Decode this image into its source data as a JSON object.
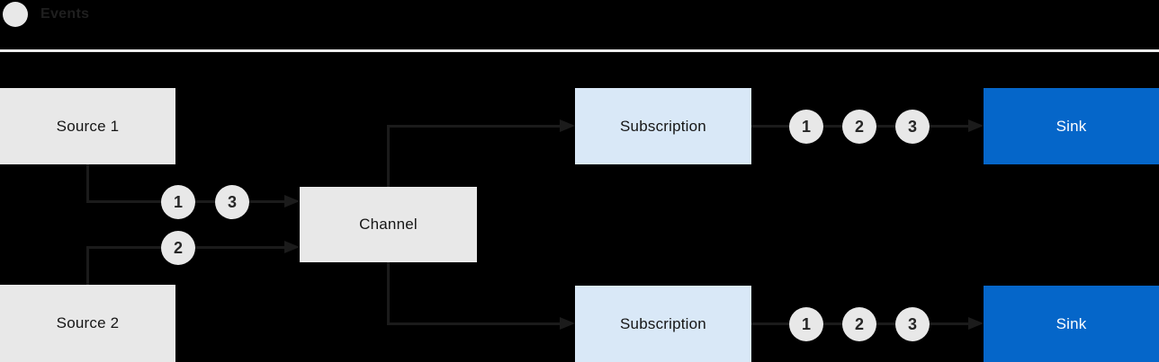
{
  "legend": {
    "label": "Events",
    "dot_color": "#e8e8e8"
  },
  "colors": {
    "background": "#000000",
    "connector_line": "#1b1b1b",
    "node_gray": "#e8e8e8",
    "node_light_blue": "#d9e8f7",
    "node_blue": "#0566c9",
    "node_text_dark": "#161616",
    "node_text_light": "#ffffff",
    "legend_text": "#1f1f1f",
    "divider": "#ebebeb"
  },
  "nodes": {
    "source1": {
      "label": "Source 1"
    },
    "source2": {
      "label": "Source 2"
    },
    "channel": {
      "label": "Channel"
    },
    "subscription_top": {
      "label": "Subscription"
    },
    "subscription_bottom": {
      "label": "Subscription"
    },
    "sink_top": {
      "label": "Sink"
    },
    "sink_bottom": {
      "label": "Sink"
    }
  },
  "event_markers": {
    "source1_to_channel": [
      "1",
      "3"
    ],
    "source2_to_channel": [
      "2"
    ],
    "subscription_top_to_sink": [
      "1",
      "2",
      "3"
    ],
    "subscription_bottom_to_sink": [
      "1",
      "2",
      "3"
    ]
  }
}
